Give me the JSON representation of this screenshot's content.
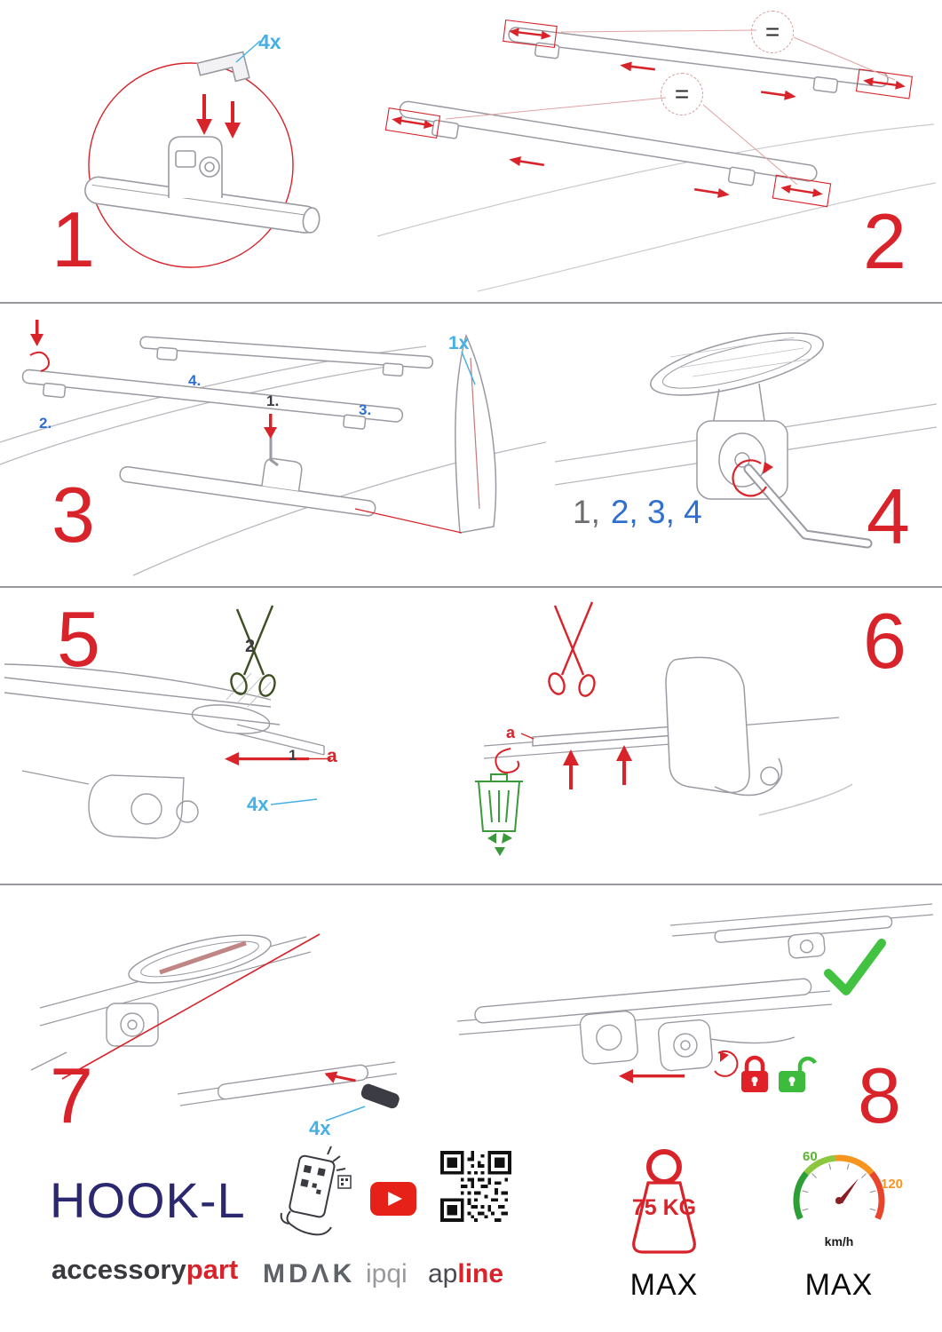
{
  "document": {
    "type": "assembly-instructions",
    "product": "HOOK-L"
  },
  "colors": {
    "step_number_red": "#d8232a",
    "annotation_cyan": "#45b0e5",
    "annotation_blue": "#2f6fd0",
    "brand_navy": "#2b2870",
    "success_green": "#3dbb3d",
    "line_gray": "#9a9aa2"
  },
  "steps": [
    {
      "number": "1",
      "labels": {
        "qty": "4x"
      }
    },
    {
      "number": "2",
      "labels": {
        "equal_top": "=",
        "equal_mid": "="
      }
    },
    {
      "number": "3",
      "labels": {
        "sub1": "1.",
        "sub2": "2.",
        "sub3": "3.",
        "sub4": "4.",
        "qty": "1x"
      }
    },
    {
      "number": "4",
      "labels": {
        "seq_gray": "1,",
        "seq_blue": "2, 3, 4"
      }
    },
    {
      "number": "5",
      "labels": {
        "n2": "2",
        "n1": "1",
        "a": "a",
        "qty": "4x"
      }
    },
    {
      "number": "6",
      "labels": {
        "a": "a"
      }
    },
    {
      "number": "7",
      "labels": {
        "qty": "4x"
      }
    },
    {
      "number": "8",
      "labels": {}
    }
  ],
  "footer": {
    "product_name": "HOOK-L",
    "brand": {
      "primary": "accessory",
      "accent": "part"
    },
    "partners": {
      "mdak": "MDΛK",
      "ipqi": "ipqi",
      "apline_prefix": "ap",
      "apline_accent": "line"
    },
    "weight_limit": {
      "value": "75 KG",
      "max_label": "MAX"
    },
    "speed_limit": {
      "low_tick": "60",
      "high_tick": "120",
      "unit": "km/h",
      "max_label": "MAX"
    }
  }
}
